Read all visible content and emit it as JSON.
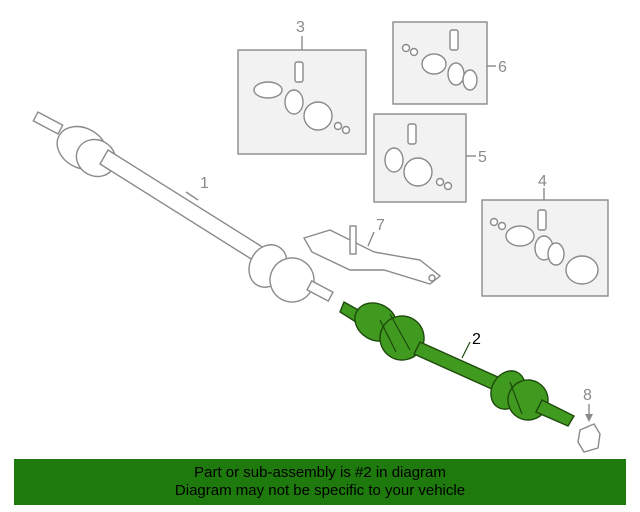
{
  "callouts": {
    "c1": "1",
    "c2": "2",
    "c3": "3",
    "c4": "4",
    "c5": "5",
    "c6": "6",
    "c7": "7",
    "c8": "8"
  },
  "highlight_color": "#3f9a1f",
  "banner": {
    "line1": "Part or sub-assembly is #2 in diagram",
    "line2": "Diagram may not be specific to your vehicle",
    "background": "#1e7a0c"
  }
}
